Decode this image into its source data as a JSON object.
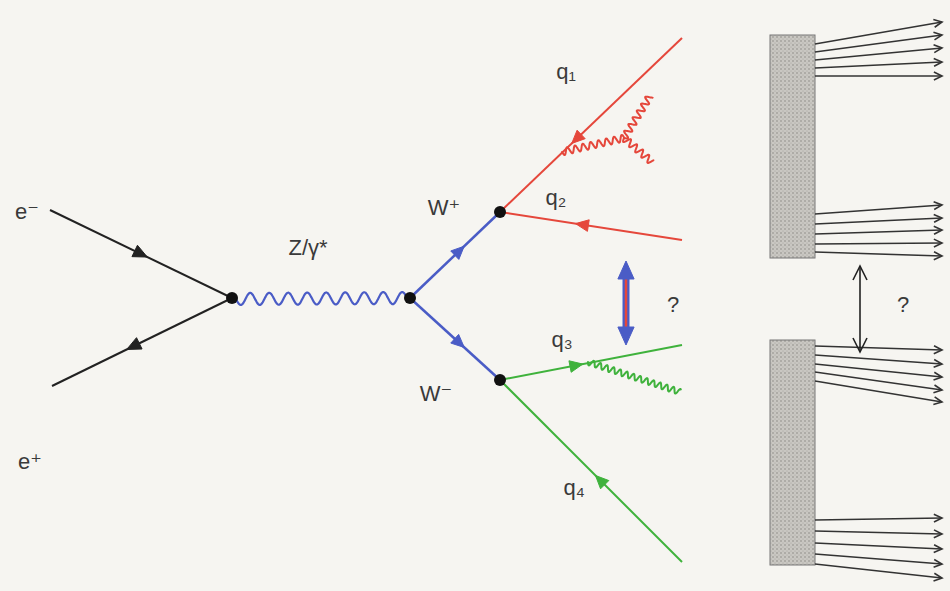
{
  "diagram": {
    "labels": [
      "e⁻",
      "e⁺",
      "Z/γ*",
      "W⁺",
      "W⁻",
      "q₁",
      "q₂",
      "?",
      "q₃",
      "q₄",
      "?"
    ]
  }
}
